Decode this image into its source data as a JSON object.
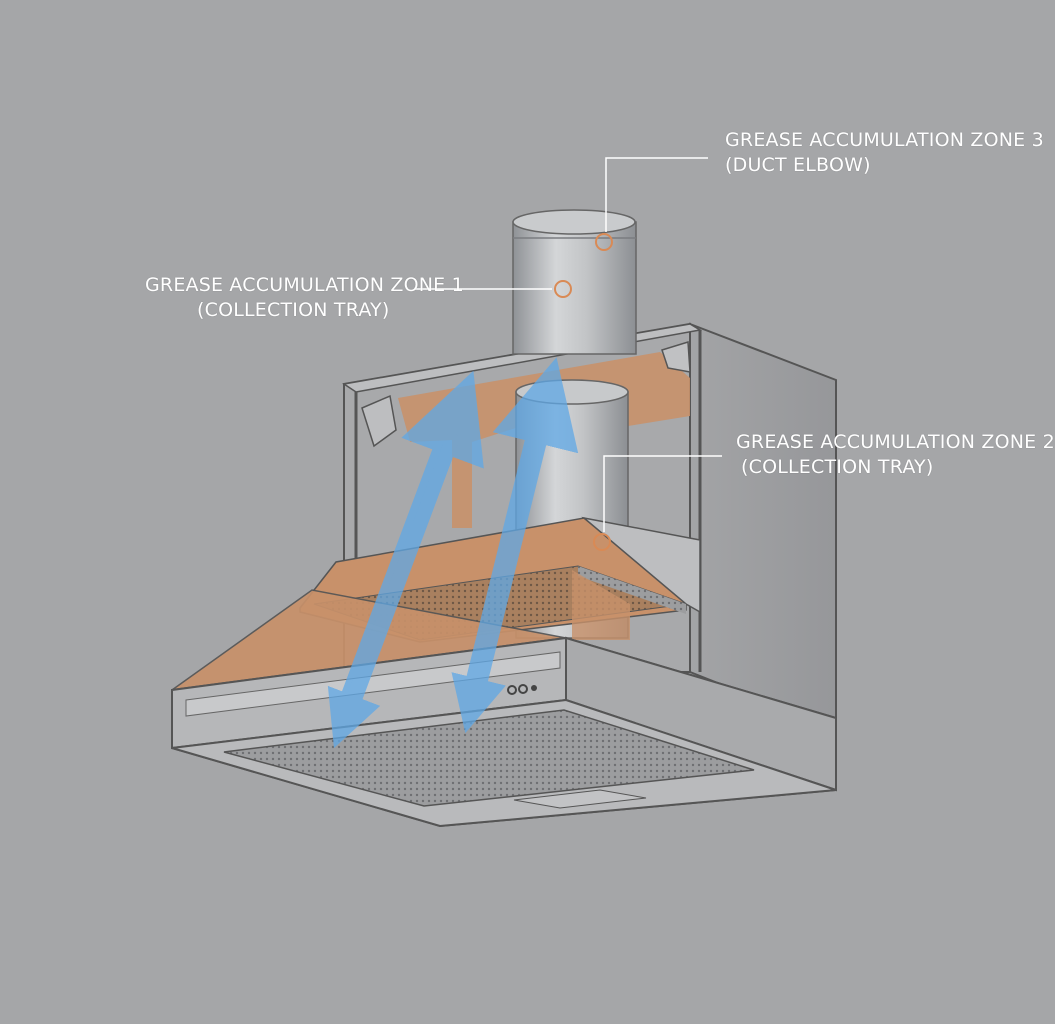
{
  "callouts": {
    "zone1": {
      "line1": "GREASE ACCUMULATION ZONE 1",
      "line2": "(COLLECTION TRAY)"
    },
    "zone2": {
      "line1": "GREASE ACCUMULATION ZONE 2",
      "line2": "(COLLECTION TRAY)"
    },
    "zone3": {
      "line1": "GREASE ACCUMULATION ZONE 3",
      "line2": "(DUCT ELBOW)"
    }
  },
  "colors": {
    "background": "#a5a6a8",
    "grease_zone": "#c8916a",
    "airflow_arrow": "#5fa8e6",
    "hood_steel": "#b9babc",
    "marker": "#d98a55"
  },
  "icons": {
    "hood": "range-hood-icon",
    "duct": "exhaust-duct-icon",
    "airflow": "airflow-arrow-icon",
    "marker": "zone-marker-icon"
  }
}
